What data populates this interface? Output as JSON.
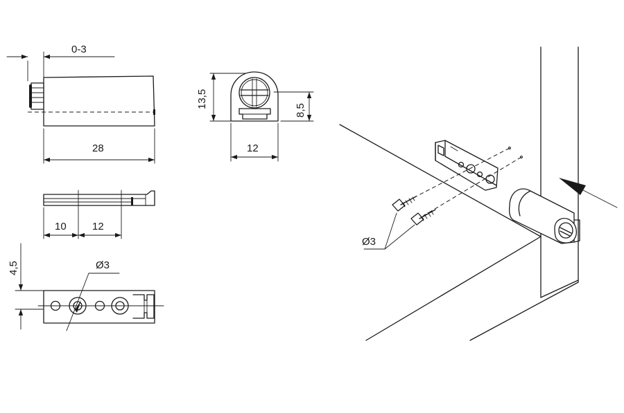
{
  "dimensions": {
    "gap": "0-3",
    "length": "28",
    "height": "13,5",
    "slot_height": "8,5",
    "width": "12",
    "offset_a": "10",
    "offset_b": "12",
    "edge": "4,5",
    "hole": "Ø3"
  },
  "perspective": {
    "screw_label": "Ø3"
  }
}
